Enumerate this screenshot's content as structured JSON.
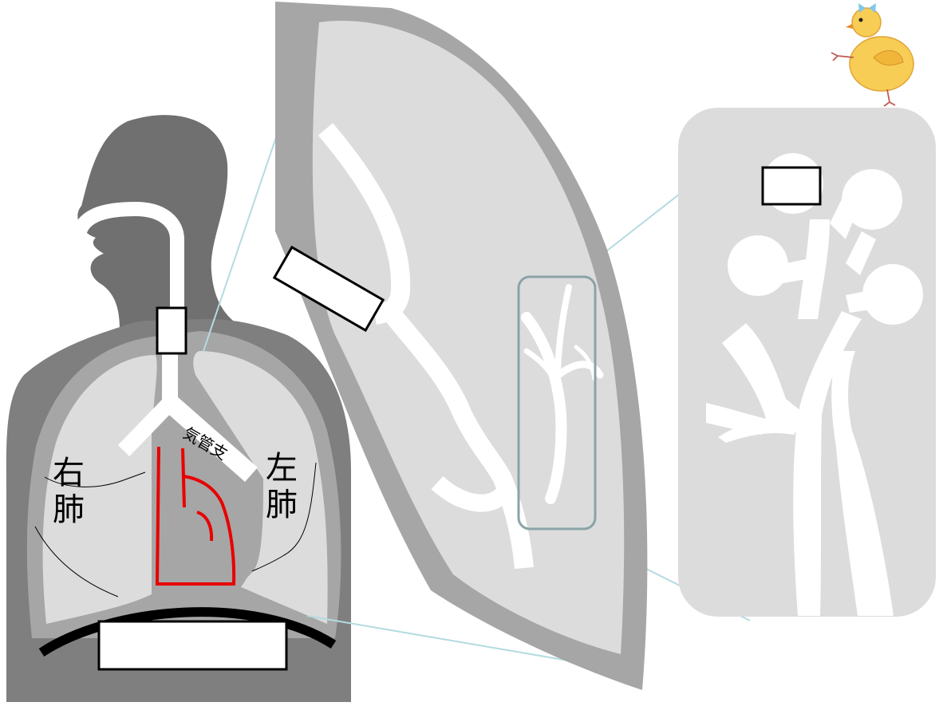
{
  "labels": {
    "right_lung": [
      "右",
      "肺"
    ],
    "left_lung": [
      "左",
      "肺"
    ],
    "bronchus": "気管支"
  },
  "answer_boxes": {
    "trachea": "",
    "bronchus_detail": "",
    "alveolus": "",
    "diaphragm": ""
  },
  "colors": {
    "body": "#7f7f7f",
    "head": "#707070",
    "pleura": "#a6a6a6",
    "lung": "#dcdcdc",
    "airway": "#ffffff",
    "heart_outline": "#e80000",
    "zoom_lines": "#b4dbe0",
    "diaphragm": "#000000"
  }
}
